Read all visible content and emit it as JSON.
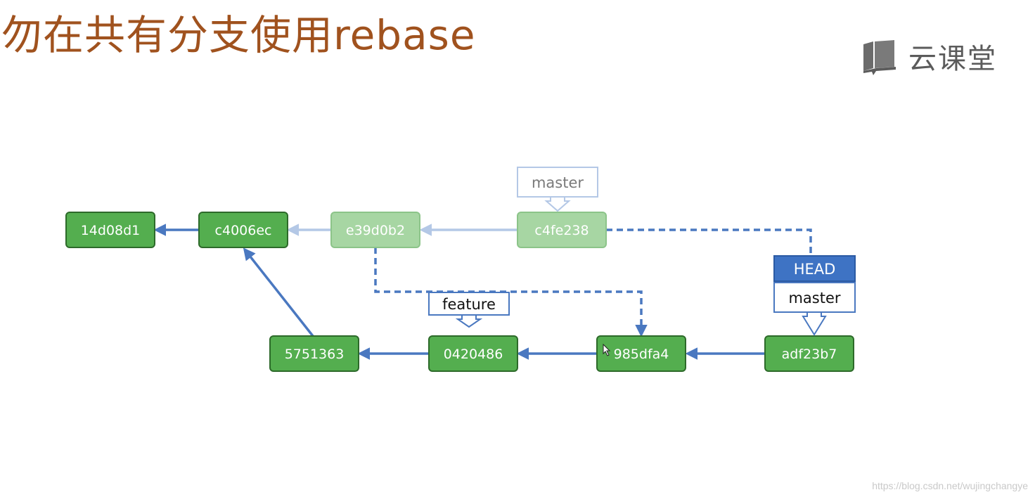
{
  "slide": {
    "title": "勿在共有分支使用rebase",
    "logo_text": "云课堂",
    "watermark": "https://blog.csdn.net/wujingchangye"
  },
  "colors": {
    "title": "#a0521e",
    "commit_fill": "#54ae4f",
    "commit_border": "#2d6a2a",
    "commit_faded_fill": "#a7d6a3",
    "commit_faded_border": "#8cc489",
    "arrow": "#4a78c0",
    "arrow_faded": "#b4c8e6",
    "head_fill": "#3e73c4",
    "ref_border": "#4a78c0"
  },
  "diagram": {
    "commits": [
      {
        "id": "c1",
        "label": "14d08d1",
        "faded": false
      },
      {
        "id": "c2",
        "label": "c4006ec",
        "faded": false
      },
      {
        "id": "c3",
        "label": "e39d0b2",
        "faded": true
      },
      {
        "id": "c4",
        "label": "c4fe238",
        "faded": true
      },
      {
        "id": "c5",
        "label": "5751363",
        "faded": false
      },
      {
        "id": "c6",
        "label": "0420486",
        "faded": false
      },
      {
        "id": "c7",
        "label": "985dfa4",
        "faded": false
      },
      {
        "id": "c8",
        "label": "adf23b7",
        "faded": false
      }
    ],
    "refs": [
      {
        "id": "r-master-old",
        "label": "master",
        "type": "branch",
        "target": "c4",
        "faded": true
      },
      {
        "id": "r-feature",
        "label": "feature",
        "type": "branch",
        "target": "c6",
        "faded": false
      },
      {
        "id": "r-head",
        "label": "HEAD",
        "type": "head",
        "target": "r-master-new",
        "faded": false
      },
      {
        "id": "r-master-new",
        "label": "master",
        "type": "branch",
        "target": "c8",
        "faded": false
      }
    ],
    "edges": [
      {
        "from": "c2",
        "to": "c1",
        "style": "solid"
      },
      {
        "from": "c3",
        "to": "c2",
        "style": "faded"
      },
      {
        "from": "c4",
        "to": "c3",
        "style": "faded"
      },
      {
        "from": "c5",
        "to": "c2",
        "style": "solid"
      },
      {
        "from": "c6",
        "to": "c5",
        "style": "solid"
      },
      {
        "from": "c7",
        "to": "c6",
        "style": "solid"
      },
      {
        "from": "c8",
        "to": "c7",
        "style": "solid"
      },
      {
        "from": "c3",
        "to": "c7",
        "style": "dashed"
      },
      {
        "from": "c4",
        "to": "c8",
        "style": "dashed"
      }
    ]
  }
}
